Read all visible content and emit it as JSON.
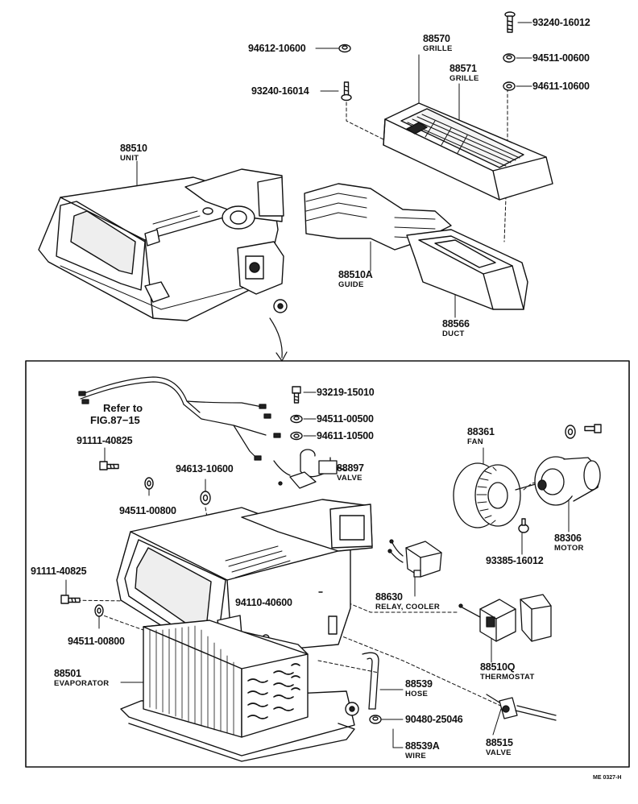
{
  "labels": {
    "p93240_16012": "93240-16012",
    "p94612_10600": "94612-10600",
    "p88570": "88570",
    "grille_1": "GRILLE",
    "p88571": "88571",
    "grille_2": "GRILLE",
    "p94511_00600": "94511-00600",
    "p94611_10600": "94611-10600",
    "p93240_16014": "93240-16014",
    "p88510": "88510",
    "unit": "UNIT",
    "p88510A": "88510A",
    "guide": "GUIDE",
    "p88566": "88566",
    "duct": "DUCT",
    "refer_to": "Refer  to",
    "fig_ref": "FIG.87−15",
    "p93219_15010": "93219-15010",
    "p94511_00500": "94511-00500",
    "p94611_10500": "94611-10500",
    "p91111_40825_a": "91111-40825",
    "p94613_10600": "94613-10600",
    "p88897": "88897",
    "valve_1": "VALVE",
    "p88361": "88361",
    "fan": "FAN",
    "p94511_00800_a": "94511-00800",
    "p88306": "88306",
    "motor": "MOTOR",
    "p93385_16012": "93385-16012",
    "p91111_40825_b": "91111-40825",
    "p94110_40600": "94110-40600",
    "p88630": "88630",
    "relay": "RELAY, COOLER",
    "p94511_00800_b": "94511-00800",
    "p88510Q": "88510Q",
    "thermostat": "THERMOSTAT",
    "p88501": "88501",
    "evaporator": "EVAPORATOR",
    "p88539": "88539",
    "hose": "HOSE",
    "p90480_25046": "90480-25046",
    "p88515": "88515",
    "valve_2": "VALVE",
    "p88539A": "88539A",
    "wire": "WIRE",
    "code": "ME 0327-H"
  },
  "icons": {
    "bolt": "bolt-icon",
    "nut": "nut-icon",
    "washer": "washer-icon"
  },
  "colors": {
    "ink": "#111111",
    "paper": "#ffffff"
  }
}
